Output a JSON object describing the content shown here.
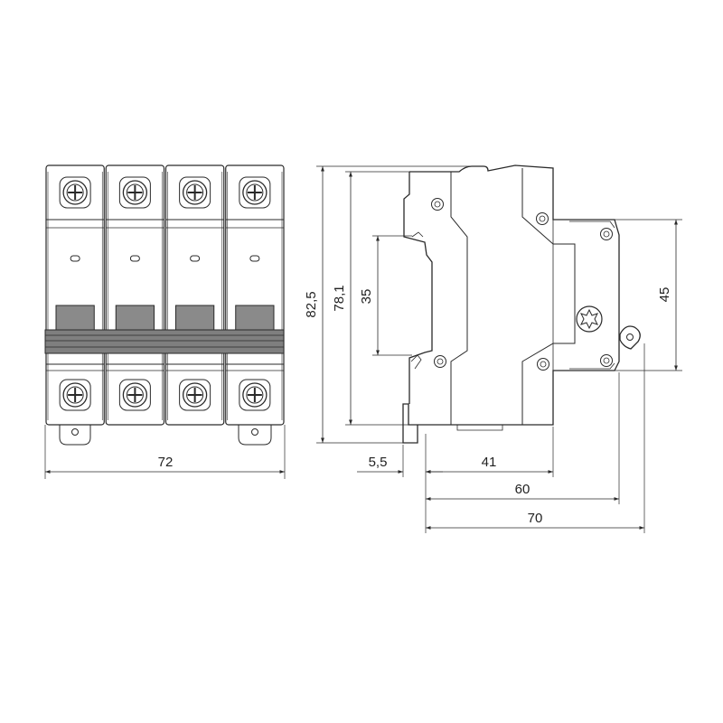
{
  "dimensions": {
    "front_width": "72",
    "total_height": "82,5",
    "body_height": "78,1",
    "toggle_height": "35",
    "mount_height": "45",
    "offset": "5,5",
    "front_depth": "41",
    "mount_depth": "60",
    "total_depth": "70"
  },
  "front_view": {
    "pole_count": 4
  },
  "colors": {
    "line": "#2a2a2a",
    "handle": "#8a8a8a",
    "body": "#ffffff"
  }
}
